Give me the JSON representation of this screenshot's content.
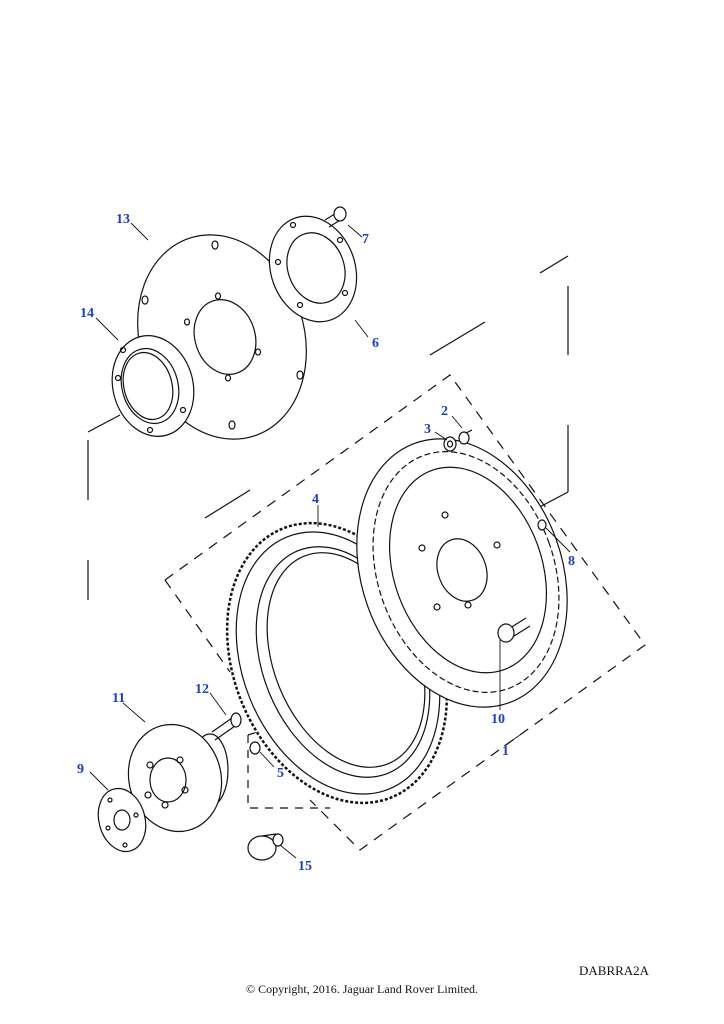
{
  "diagram": {
    "callouts": {
      "c1": "1",
      "c2": "2",
      "c3": "3",
      "c4": "4",
      "c5": "5",
      "c6": "6",
      "c7": "7",
      "c8": "8",
      "c9": "9",
      "c10": "10",
      "c11": "11",
      "c12": "12",
      "c13": "13",
      "c14": "14",
      "c15": "15"
    },
    "ref_code": "DABRRA2A",
    "copyright": "© Copyright, 2016. Jaguar Land Rover Limited."
  },
  "colors": {
    "callout": "#1a3fc4",
    "line": "#111111",
    "background": "#ffffff"
  }
}
